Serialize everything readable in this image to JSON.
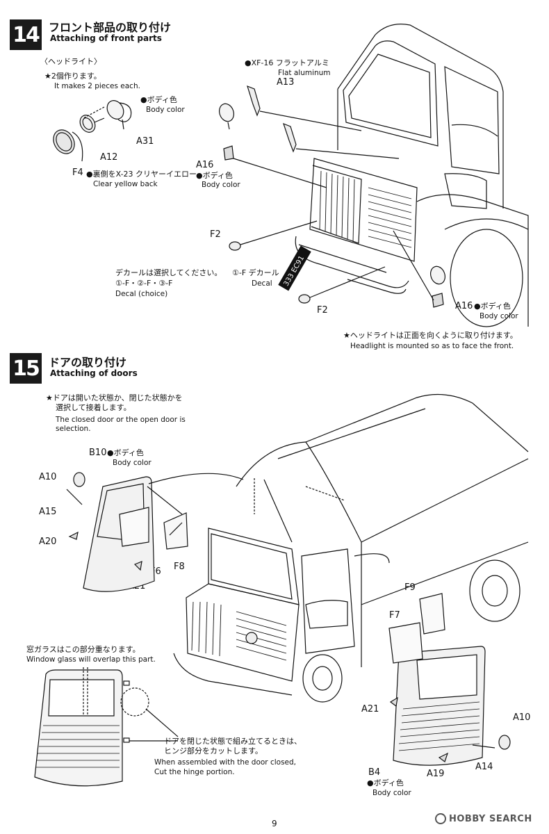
{
  "step14": {
    "number": "14",
    "title_jp": "フロント部品の取り付け",
    "title_en": "Attaching of front parts",
    "headlight_jp": "〈ヘッドライト〉",
    "pieces_jp": "★2個作ります。",
    "pieces_en": "It makes 2 pieces each.",
    "body_color_jp": "●ボディ色",
    "body_color_en": "Body color",
    "a31": "A31",
    "a12": "A12",
    "f4": "F4",
    "f4_note_jp": "●裏側をX-23 クリヤーイエロー",
    "f4_note_en": "Clear yellow back",
    "xf16_jp": "●XF-16 フラットアルミ",
    "xf16_en": "Flat aluminum",
    "a13": "A13",
    "a16_left": "A16",
    "a16_left_color_jp": "●ボディ色",
    "a16_left_color_en": "Body color",
    "f2_top": "F2",
    "decal_choice_jp": "デカールは選択してください。",
    "decal_choice_codes": "①-F・②-F・③-F",
    "decal_choice_en": "Decal (choice)",
    "decal_single_jp": "①-F デカール",
    "decal_single_en": "Decal",
    "plate_text": "333 EC91",
    "f2_bottom": "F2",
    "a16_right": "A16",
    "a16_right_color_jp": "●ボディ色",
    "a16_right_color_en": "Body color",
    "front_note_jp": "★ヘッドライトは正面を向くように取り付けます。",
    "front_note_en": "Headlight is mounted so as to face the front."
  },
  "step15": {
    "number": "15",
    "title_jp": "ドアの取り付け",
    "title_en": "Attaching of doors",
    "door_note_jp_1": "★ドアは開いた状態か、閉じた状態かを",
    "door_note_jp_2": "選択して接着します。",
    "door_note_en_1": "The closed door or the open door is",
    "door_note_en_2": "selection.",
    "b10": "B10",
    "b10_color_jp": "●ボディ色",
    "b10_color_en": "Body color",
    "a10_left": "A10",
    "a15": "A15",
    "a20": "A20",
    "f6": "F6",
    "f8": "F8",
    "a21_left": "A21",
    "f9": "F9",
    "f7": "F7",
    "a21_right": "A21",
    "a10_right": "A10",
    "b4": "B4",
    "b4_color_jp": "●ボディ色",
    "b4_color_en": "Body color",
    "a19": "A19",
    "a14": "A14",
    "glass_note_jp": "窓ガラスはこの部分重なります。",
    "glass_note_en": "Window glass will overlap this part.",
    "hinge_note_jp_1": "ドアを閉じた状態で組み立てるときは、",
    "hinge_note_jp_2": "ヒンジ部分をカットします。",
    "hinge_note_en_1": "When assembled with the door closed,",
    "hinge_note_en_2": "Cut the hinge portion."
  },
  "footer": {
    "page_number": "9",
    "watermark": "HOBBY SEARCH"
  },
  "colors": {
    "ink": "#111111",
    "step_badge": "#1a1a1a"
  }
}
